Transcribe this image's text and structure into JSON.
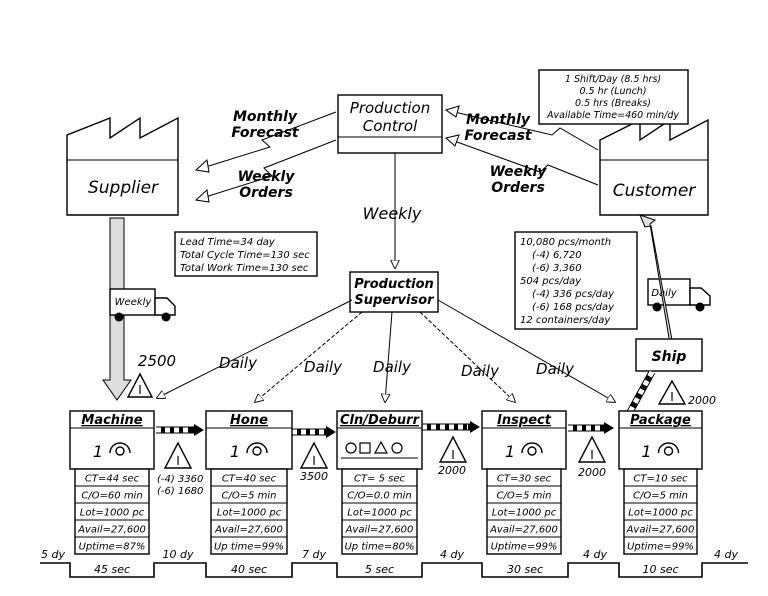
{
  "production_control": {
    "line1": "Production",
    "line2": "Control"
  },
  "supplier": {
    "label": "Supplier"
  },
  "customer": {
    "label": "Customer"
  },
  "info_flows": {
    "monthly_forecast_left": [
      "Monthly",
      "Forecast"
    ],
    "weekly_orders_left": [
      "Weekly",
      "Orders"
    ],
    "monthly_forecast_right": [
      "Monthly",
      "Forecast"
    ],
    "weekly_orders_right": [
      "Weekly",
      "Orders"
    ],
    "weekly": "Weekly",
    "daily": "Daily"
  },
  "customer_info": [
    "1 Shift/Day (8.5 hrs)",
    "0.5 hr (Lunch)",
    "0.5 hrs (Breaks)",
    "Available Time=460 min/dy"
  ],
  "lead_time_box": [
    "Lead Time=34 day",
    "Total Cycle Time=130 sec",
    "Total Work Time=130 sec"
  ],
  "demand_box": [
    "10,080 pcs/month",
    "(-4) 6,720",
    "(-6) 3,360",
    "504 pcs/day",
    "(-4) 336 pcs/day",
    "(-6) 168 pcs/day",
    "12 containers/day"
  ],
  "production_supervisor": {
    "line1": "Production",
    "line2": "Supervisor"
  },
  "ship": {
    "label": "Ship"
  },
  "trucks": {
    "left": "Weekly",
    "right": "Daily"
  },
  "inventory": {
    "supplier_raw": "2500",
    "machine_hone": [
      "(-4) 3360",
      "(-6) 1680"
    ],
    "hone_cln": "3500",
    "cln_inspect": "2000",
    "inspect_package": "2000",
    "package_ship": "2000"
  },
  "processes": [
    {
      "name": "Machine",
      "operators": "1",
      "metrics": [
        "CT=44 sec",
        "C/O=60 min",
        "Lot=1000 pc",
        "Avail=27,600",
        "Uptime=87%"
      ]
    },
    {
      "name": "Hone",
      "operators": "1",
      "metrics": [
        "CT=40 sec",
        "C/O=5 min",
        "Lot=1000 pc",
        "Avail=27,600",
        "Up time=99%"
      ]
    },
    {
      "name": "Cln/Deburr",
      "operators": "",
      "metrics": [
        "CT= 5 sec",
        "C/O=0.0 min",
        "Lot=1000 pc",
        "Avail=27,600",
        "Up time=80%"
      ]
    },
    {
      "name": "Inspect",
      "operators": "1",
      "metrics": [
        "CT=30 sec",
        "C/O=5 min",
        "Lot=1000 pc",
        "Avail=27,600",
        "Uptime=99%"
      ]
    },
    {
      "name": "Package",
      "operators": "1",
      "metrics": [
        "CT=10 sec",
        "C/O=5 min",
        "Lot=1000 pc",
        "Avail=27,600",
        "Uptime=99%"
      ]
    }
  ],
  "timeline": {
    "days": [
      "5 dy",
      "10 dy",
      "7 dy",
      "4 dy",
      "4 dy",
      "4 dy"
    ],
    "secs": [
      "45 sec",
      "40 sec",
      "5 sec",
      "30 sec",
      "10 sec"
    ]
  }
}
